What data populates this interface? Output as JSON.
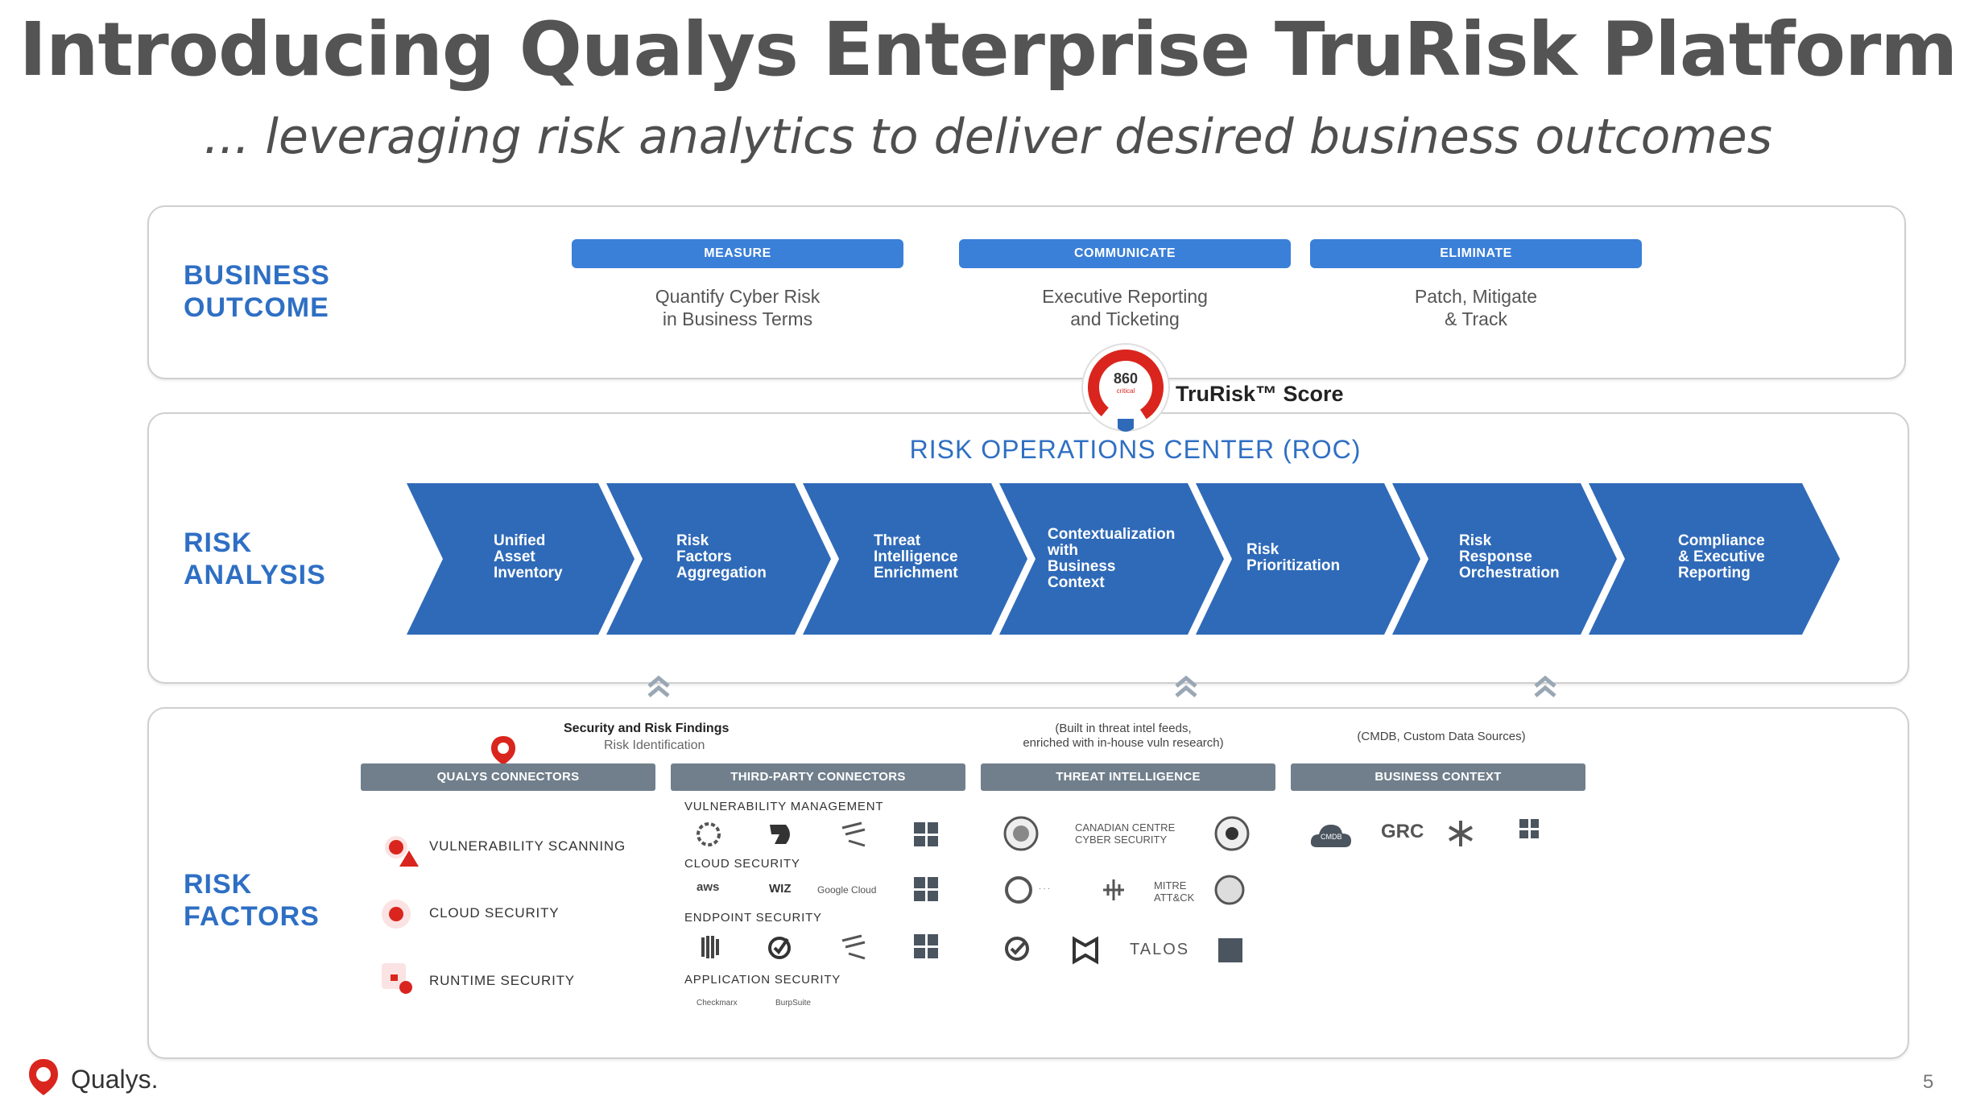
{
  "header": {
    "title": "Introducing Qualys Enterprise TruRisk Platform",
    "subtitle": "... leveraging risk analytics to deliver desired business outcomes"
  },
  "business_outcome": {
    "label": "BUSINESS\nOUTCOME",
    "pills": [
      {
        "label": "MEASURE",
        "text": "Quantify Cyber Risk\nin Business Terms"
      },
      {
        "label": "COMMUNICATE",
        "text": "Executive Reporting\nand Ticketing"
      },
      {
        "label": "ELIMINATE",
        "text": "Patch, Mitigate\n& Track"
      }
    ]
  },
  "score": {
    "value": "860",
    "sub": "critical",
    "label": "TruRisk™ Score"
  },
  "risk_analysis": {
    "label": "RISK\nANALYSIS",
    "roc_title": "RISK OPERATIONS CENTER (ROC)",
    "steps": [
      "Unified\nAsset\nInventory",
      "Risk\nFactors\nAggregation",
      "Threat\nIntelligence\nEnrichment",
      "Contextualization\nwith\nBusiness\nContext",
      "Risk\nPrioritization",
      "Risk\nResponse\nOrchestration",
      "Compliance\n& Executive\nReporting"
    ]
  },
  "risk_factors": {
    "label": "RISK\nFACTORS",
    "findings_title": "Security and Risk Findings",
    "findings_sub": "Risk Identification",
    "threat_note": "(Built in threat intel feeds,\nenriched with in-house vuln research)",
    "context_note": "(CMDB, Custom Data Sources)",
    "bars": [
      "QUALYS CONNECTORS",
      "THIRD-PARTY CONNECTORS",
      "THREAT INTELLIGENCE",
      "BUSINESS CONTEXT"
    ],
    "qualys_connectors": [
      "VULNERABILITY SCANNING",
      "CLOUD SECURITY",
      "RUNTIME SECURITY"
    ],
    "third_party_sections": [
      "VULNERABILITY MANAGEMENT",
      "CLOUD SECURITY",
      "ENDPOINT SECURITY",
      "APPLICATION SECURITY"
    ],
    "third_party_logos": {
      "aws": "aws",
      "wiz": "WIZ",
      "google": "Google Cloud",
      "app1": "Checkmarx",
      "app2": "BurpSuite"
    },
    "threat_logos": {
      "cccs": "CANADIAN CENTRE\nCYBER SECURITY",
      "mitre": "MITRE\nATT&CK",
      "talos": "TALOS"
    },
    "context_logos": {
      "grc": "GRC",
      "cmdb": "CMDB"
    }
  },
  "footer": {
    "brand": "Qualys.",
    "page": "5"
  },
  "colors": {
    "accent": "#3a7fd8",
    "chevron": "#2f6ab8",
    "label": "#2e6fc4",
    "bar": "#717f8c",
    "qualys_red": "#d9251d"
  }
}
